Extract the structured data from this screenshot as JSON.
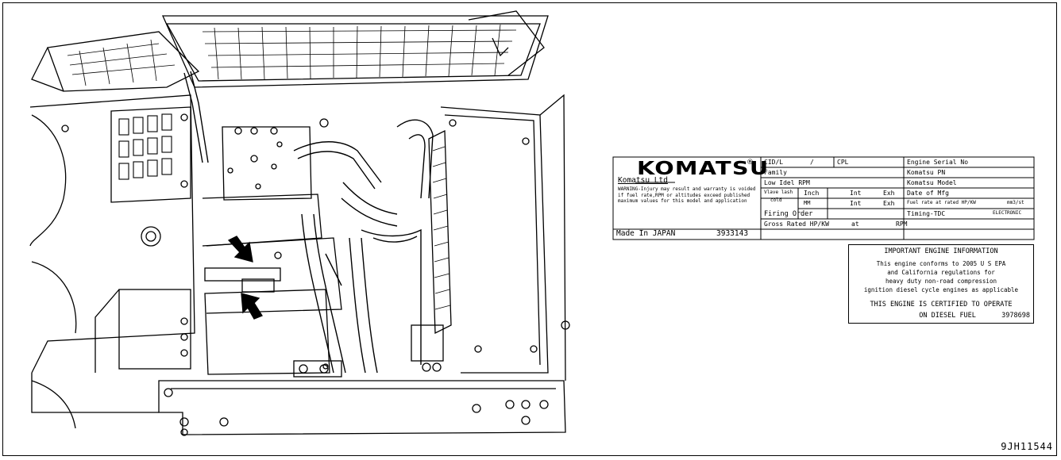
{
  "figure": {
    "id": "9JH11544"
  },
  "plate": {
    "brand": "KOMATSU",
    "registered": "®",
    "company": "Komatsu Ltd",
    "warning": "WARNING-Injury may result and warranty is voided if fuel rate,RPM or altitudes exceed published maximum values for this model and application",
    "made_in": "Made In JAPAN",
    "part_number": "3933143",
    "fields": {
      "cid": "CID/L",
      "slash": "/",
      "cpl": "CPL",
      "family": "Family",
      "low_idle": "Low Idel RPM",
      "valve_lash": "Vlave lash",
      "cold": "cold",
      "inch": "Inch",
      "mm": "MM",
      "int1": "Int",
      "exh1": "Exh",
      "int2": "Int",
      "exh2": "Exh",
      "firing_order": "Firing Order",
      "gross_rated": "Gross Rated HP/KW",
      "at": "at",
      "rpm": "RPM",
      "engine_serial": "Engine Serial No",
      "komatsu_pn": "Komatsu PN",
      "komatsu_model": "Komatsu Model",
      "date_mfg": "Date of Mfg",
      "fuel_rate": "Fuel rate at rated HP/KW",
      "fuel_unit": "mm3/st",
      "timing": "Timing-TDC",
      "electronic": "ELECTRONIC"
    }
  },
  "engine_info": {
    "title": "IMPORTANT ENGINE INFORMATION",
    "lines": [
      "This engine conforms to 2005 U S  EPA",
      "and California regulations for",
      "heavy duty non-road compression",
      "ignition diesel cycle engines as applicable"
    ],
    "certified": "THIS ENGINE IS CERTIFIED TO OPERATE",
    "fuel": "ON DIESEL FUEL",
    "number": "3978698"
  }
}
